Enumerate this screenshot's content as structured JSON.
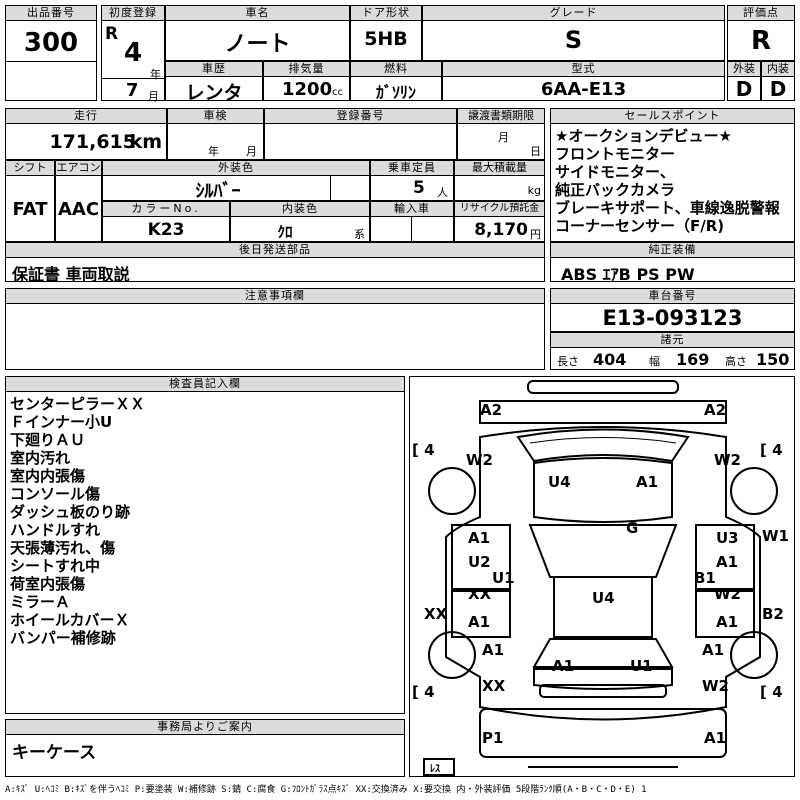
{
  "header": {
    "lot_label": "出品番号",
    "lot_value": "300",
    "first_reg_label": "初度登録",
    "era": "R",
    "year_num": "4",
    "year_unit": "年",
    "month_num": "7",
    "month_unit": "月",
    "car_name_label": "車名",
    "car_name": "ノート",
    "door_label": "ドア形状",
    "door_value": "5HB",
    "grade_label": "グレード",
    "grade_value": "S",
    "score_label": "評価点",
    "score_value": "R",
    "history_label": "車歴",
    "history_value": "レンタ",
    "displacement_label": "排気量",
    "displacement_value": "1200",
    "displacement_unit": "cc",
    "fuel_label": "燃料",
    "fuel_value": "ｶﾞｿﾘﾝ",
    "model_label": "型式",
    "model_value": "6AA-E13",
    "exterior_label": "外装",
    "exterior_value": "D",
    "interior_label": "内装",
    "interior_value": "D"
  },
  "row2": {
    "mileage_label": "走行",
    "mileage_value": "171,615",
    "mileage_unit": "km",
    "inspection_label": "車検",
    "inspection_year": "年",
    "inspection_month": "月",
    "reg_no_label": "登録番号",
    "transfer_label": "譲渡書類期限",
    "transfer_month": "月",
    "transfer_day": "日"
  },
  "row3": {
    "shift_label": "シフト",
    "shift_value": "FAT",
    "ac_label": "エアコン",
    "ac_value": "AAC",
    "ext_color_label": "外装色",
    "ext_color_value": "ｼﾙﾊﾞｰ",
    "capacity_label": "乗車定員",
    "capacity_value": "5",
    "capacity_unit": "人",
    "load_label": "最大積載量",
    "load_unit": "kg",
    "color_no_label": "カラーNo.",
    "color_no_value": "K23",
    "int_color_label": "内装色",
    "int_color_value": "ｸﾛ",
    "int_color_unit": "系",
    "import_label": "輸入車",
    "recycle_label": "リサイクル預託金",
    "recycle_value": "8,170",
    "recycle_unit": "円"
  },
  "later_parts_label": "後日発送部品",
  "later_parts_value": "保証書 車両取説",
  "sales": {
    "label": "セールスポイント",
    "lines": [
      "★オークションデビュー★",
      "フロントモニター",
      "サイドモニター、",
      "純正バックカメラ",
      "ブレーキサポート、車線逸脱警報",
      "コーナーセンサー（F/R)"
    ]
  },
  "equipment": {
    "label": "純正装備",
    "value": "ABS ｴｱB PS PW"
  },
  "caution": {
    "label": "注意事項欄"
  },
  "chassis": {
    "label": "車台番号",
    "value": "E13-093123"
  },
  "dimensions": {
    "label": "諸元",
    "length_label": "長さ",
    "length_value": "404",
    "width_label": "幅",
    "width_value": "169",
    "height_label": "高さ",
    "height_value": "150"
  },
  "inspector": {
    "label": "検査員記入欄",
    "lines": [
      "センターピラーＸＸ",
      "Ｆインナー小U",
      "下廻りＡＵ",
      "室内汚れ",
      "室内内張傷",
      "コンソール傷",
      "ダッシュ板のり跡",
      "ハンドルすれ",
      "天張薄汚れ、傷",
      "シートすれ中",
      "荷室内張傷",
      "ミラーＡ",
      "ホイールカバーＸ",
      "バンパー補修跡"
    ]
  },
  "office": {
    "label": "事務局よりご案内",
    "value": "キーケース"
  },
  "diagram": {
    "marks": {
      "a2_left": "A2",
      "a2_right": "A2",
      "w2_fl": "W2",
      "w2_fr": "W2",
      "u4_hood": "U4",
      "a1_hood": "A1",
      "g": "G",
      "a1_ld": "A1",
      "u2_ld": "U2",
      "u1_ld": "U1",
      "u3_rd": "U3",
      "w1_rd": "W1",
      "a1_rd": "A1",
      "b1_rd": "B1",
      "u4_roof": "U4",
      "xx_lr": "XX",
      "xx_left": "XX",
      "a1_lr": "A1",
      "w2_rr": "W2",
      "b2_right": "B2",
      "a1_rr": "A1",
      "a1_rwl": "A1",
      "a1_rwr": "A1",
      "a1_trunk": "A1",
      "u1_trunk": "U1",
      "xx_rear": "XX",
      "w2_rear": "W2",
      "p1": "P1",
      "a1_bumper": "A1"
    },
    "tire_values": [
      "4",
      "4",
      "4",
      "4"
    ],
    "spare_label": "ﾚｽ"
  },
  "legend": "A:ｷｽﾞ U:ﾍｺﾐ B:ｷｽﾞを伴うﾍｺﾐ P:要塗装 W:補修跡 S:錆 C:腐食 G:ﾌﾛﾝﾄｶﾞﾗｽ点ｷｽﾞ XX:交換済み X:要交換 内・外装評価 5段階ﾗﾝｸ順(A・B・C・D・E) 1"
}
